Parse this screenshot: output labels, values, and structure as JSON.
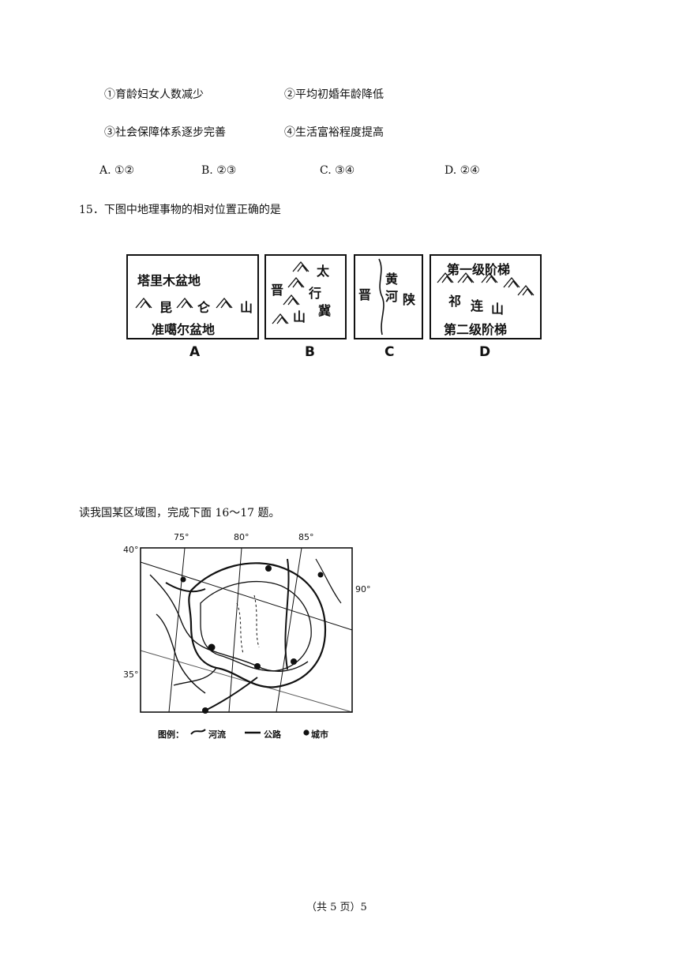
{
  "q14": {
    "opt1": "①育龄妇女人数减少",
    "opt2": "②平均初婚年龄降低",
    "opt3": "③社会保障体系逐步完善",
    "opt4": "④生活富裕程度提高",
    "choiceA": "A. ①②",
    "choiceB": "B. ②③",
    "choiceC": "C. ③④",
    "choiceD": "D. ②④"
  },
  "q15": {
    "stem": "15．下图中地理事物的相对位置正确的是",
    "panelA": {
      "top": "塔里木盆地",
      "c1": "昆",
      "c2": "仑",
      "c3": "山",
      "bottom": "准噶尔盆地",
      "label": "A"
    },
    "panelB": {
      "t1": "太",
      "t2": "晋",
      "t3": "行",
      "t4": "冀",
      "t5": "山",
      "label": "B"
    },
    "panelC": {
      "left": "晋",
      "r1": "黄",
      "r2": "河",
      "right": "陕",
      "label": "C"
    },
    "panelD": {
      "top": "第一级阶梯",
      "q1": "祁",
      "q2": "连",
      "q3": "山",
      "bottom": "第二级阶梯",
      "label": "D"
    }
  },
  "q16": {
    "intro": "读我国某区域图，完成下面 16～17 题。",
    "map": {
      "lon75": "75°",
      "lon80": "80°",
      "lon85": "85°",
      "lon90": "90°",
      "lat40": "40°",
      "lat35": "35°",
      "legend_title": "图例：",
      "legend_river": "河流",
      "legend_road": "公路",
      "legend_city": "城市"
    }
  },
  "footer": "（共 5 页）5"
}
